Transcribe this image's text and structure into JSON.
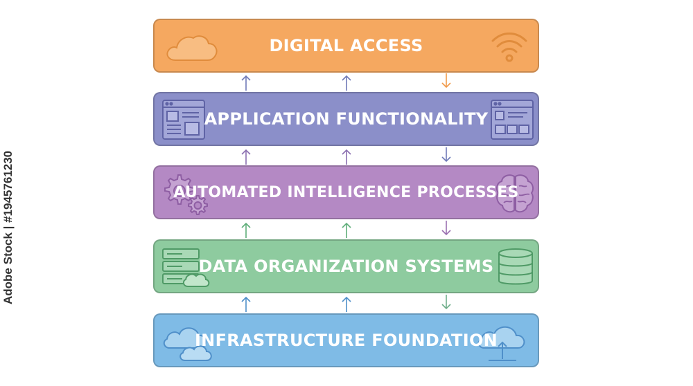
{
  "layers": [
    {
      "title": "DIGITAL ACCESS",
      "color": "#f5a860",
      "left_icon": "cloud-icon",
      "right_icon": "wifi-icon"
    },
    {
      "title": "APPLICATION FUNCTIONALITY",
      "color": "#8b8fc9",
      "left_icon": "app-window-icon",
      "right_icon": "app-window-icon"
    },
    {
      "title": "AUTOMATED INTELLIGENCE PROCESSES",
      "color": "#b489c4",
      "left_icon": "gears-icon",
      "right_icon": "brain-icon"
    },
    {
      "title": "DATA ORGANIZATION SYSTEMS",
      "color": "#8ecb9f",
      "left_icon": "server-cloud-icon",
      "right_icon": "database-icon"
    },
    {
      "title": "INFRASTRUCTURE FOUNDATION",
      "color": "#7fbbe6",
      "left_icon": "clouds-icon",
      "right_icon": "cloud-upload-icon"
    }
  ],
  "connectors": [
    {
      "between": "digital-access/application-functionality",
      "color": "#f19a4a",
      "up_color": "#6f7ab8",
      "directions": [
        "up",
        "up",
        "down"
      ]
    },
    {
      "between": "application-functionality/automated-intelligence",
      "color": "#8b6fb0",
      "up_color": "#8b6fb0",
      "directions": [
        "up",
        "up",
        "down"
      ]
    },
    {
      "between": "automated-intelligence/data-organization",
      "color": "#9a6fb0",
      "up_color": "#5fae7a",
      "directions": [
        "up",
        "up",
        "down"
      ]
    },
    {
      "between": "data-organization/infrastructure-foundation",
      "color": "#6fae8a",
      "up_color": "#4f8fc9",
      "directions": [
        "up",
        "up",
        "down"
      ]
    }
  ],
  "credit": "Adobe Stock | #1945761230"
}
